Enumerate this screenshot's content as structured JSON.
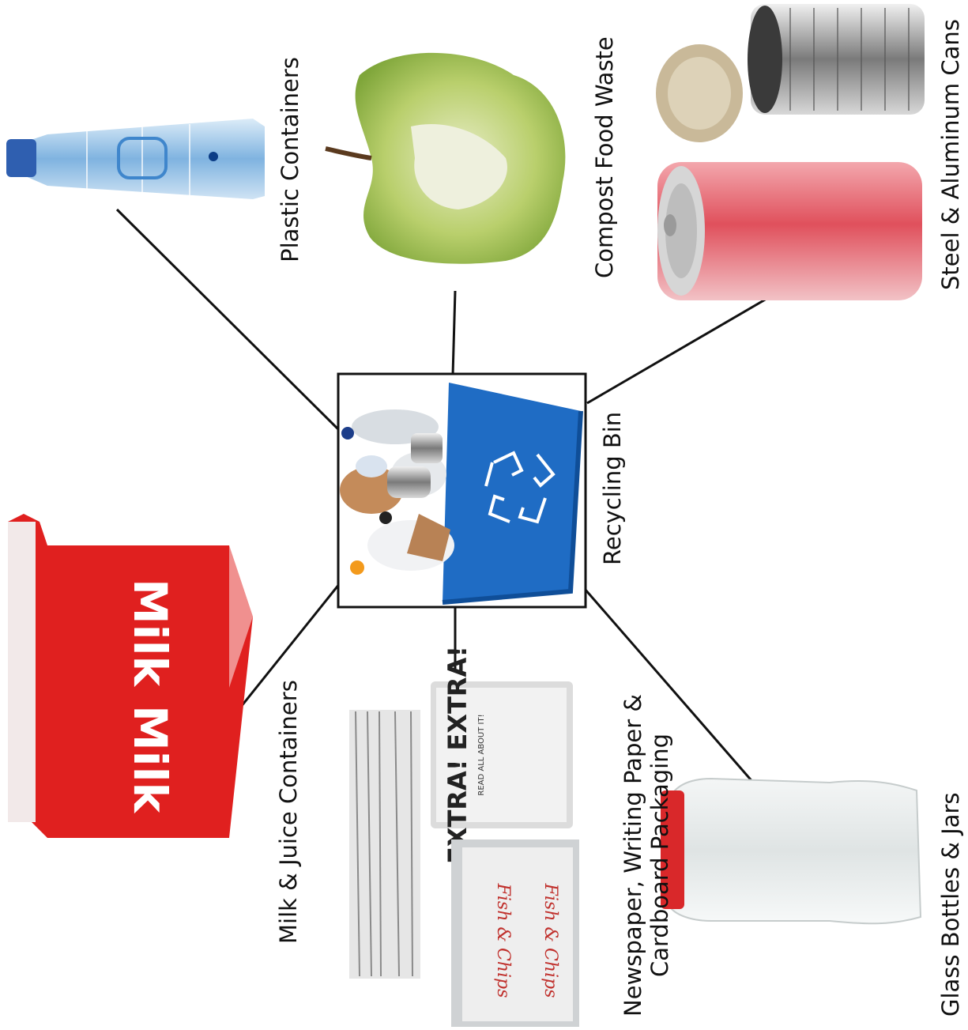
{
  "center": {
    "label": "Recycling Bin"
  },
  "items": [
    {
      "id": "plastic",
      "label": "Plastic Containers"
    },
    {
      "id": "compost",
      "label": "Compost Food Waste"
    },
    {
      "id": "cans",
      "label": "Steel & Aluminum Cans"
    },
    {
      "id": "milk",
      "label": "Milk & Juice Containers"
    },
    {
      "id": "paper",
      "label_line1": "Newspaper, Writing Paper &",
      "label_line2": "Cardboard Packaging"
    },
    {
      "id": "glass",
      "label": "Glass Bottles & Jars"
    }
  ],
  "pictures": {
    "milk_carton_text": "Milk",
    "newspaper_headline": "EXTRA! EXTRA!",
    "newspaper_sub": "READ ALL ABOUT IT!",
    "box_text": "Fish & Chips"
  },
  "colors": {
    "bin_blue": "#1f6cc4",
    "milk_red": "#e0201f",
    "can_red": "#e05a64",
    "bottle_blue": "#4a90d0",
    "apple_green": "#9cc04a",
    "cap_red": "#d9282a"
  }
}
